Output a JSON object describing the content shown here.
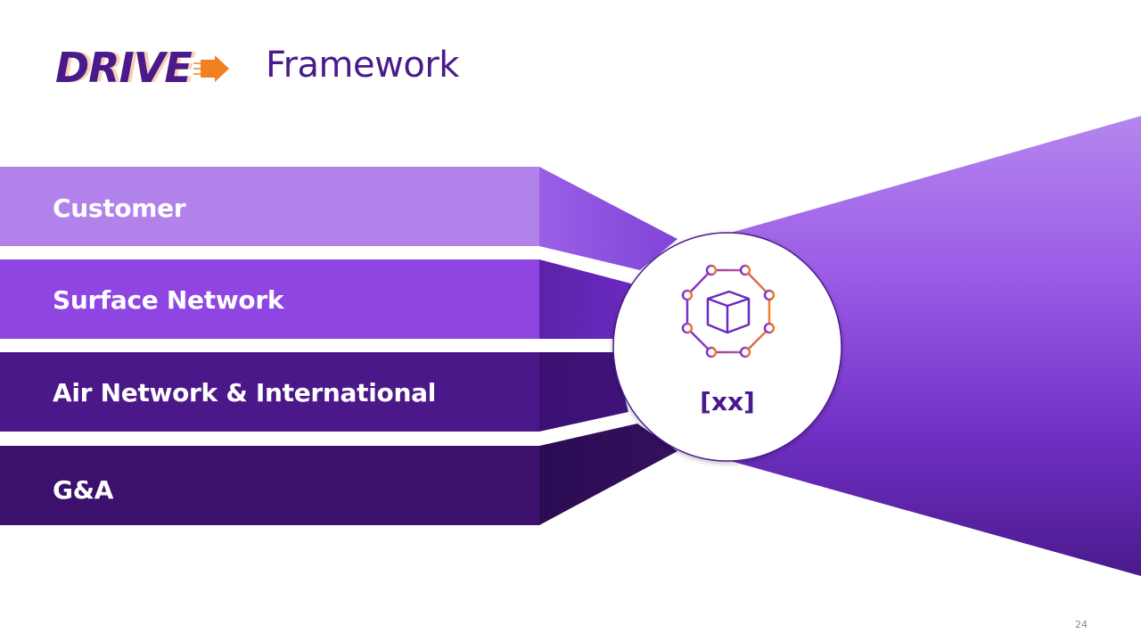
{
  "header": {
    "logo_text": "DRIVE",
    "title": "Framework"
  },
  "bands": [
    {
      "label": "Customer",
      "color": "#b183ea"
    },
    {
      "label": "Surface Network",
      "color": "#8e45e2"
    },
    {
      "label": "Air Network & International",
      "color": "#4b1889"
    },
    {
      "label": "G&A",
      "color": "#3b116d"
    }
  ],
  "hub": {
    "icon": "network-cube-icon",
    "value": "[xx]"
  },
  "output": {
    "color_top": "#b585ee",
    "color_bottom": "#4a1a8c"
  },
  "colors": {
    "brand_purple": "#4a1a8c",
    "accent_orange": "#f08020"
  },
  "page_number": "24"
}
